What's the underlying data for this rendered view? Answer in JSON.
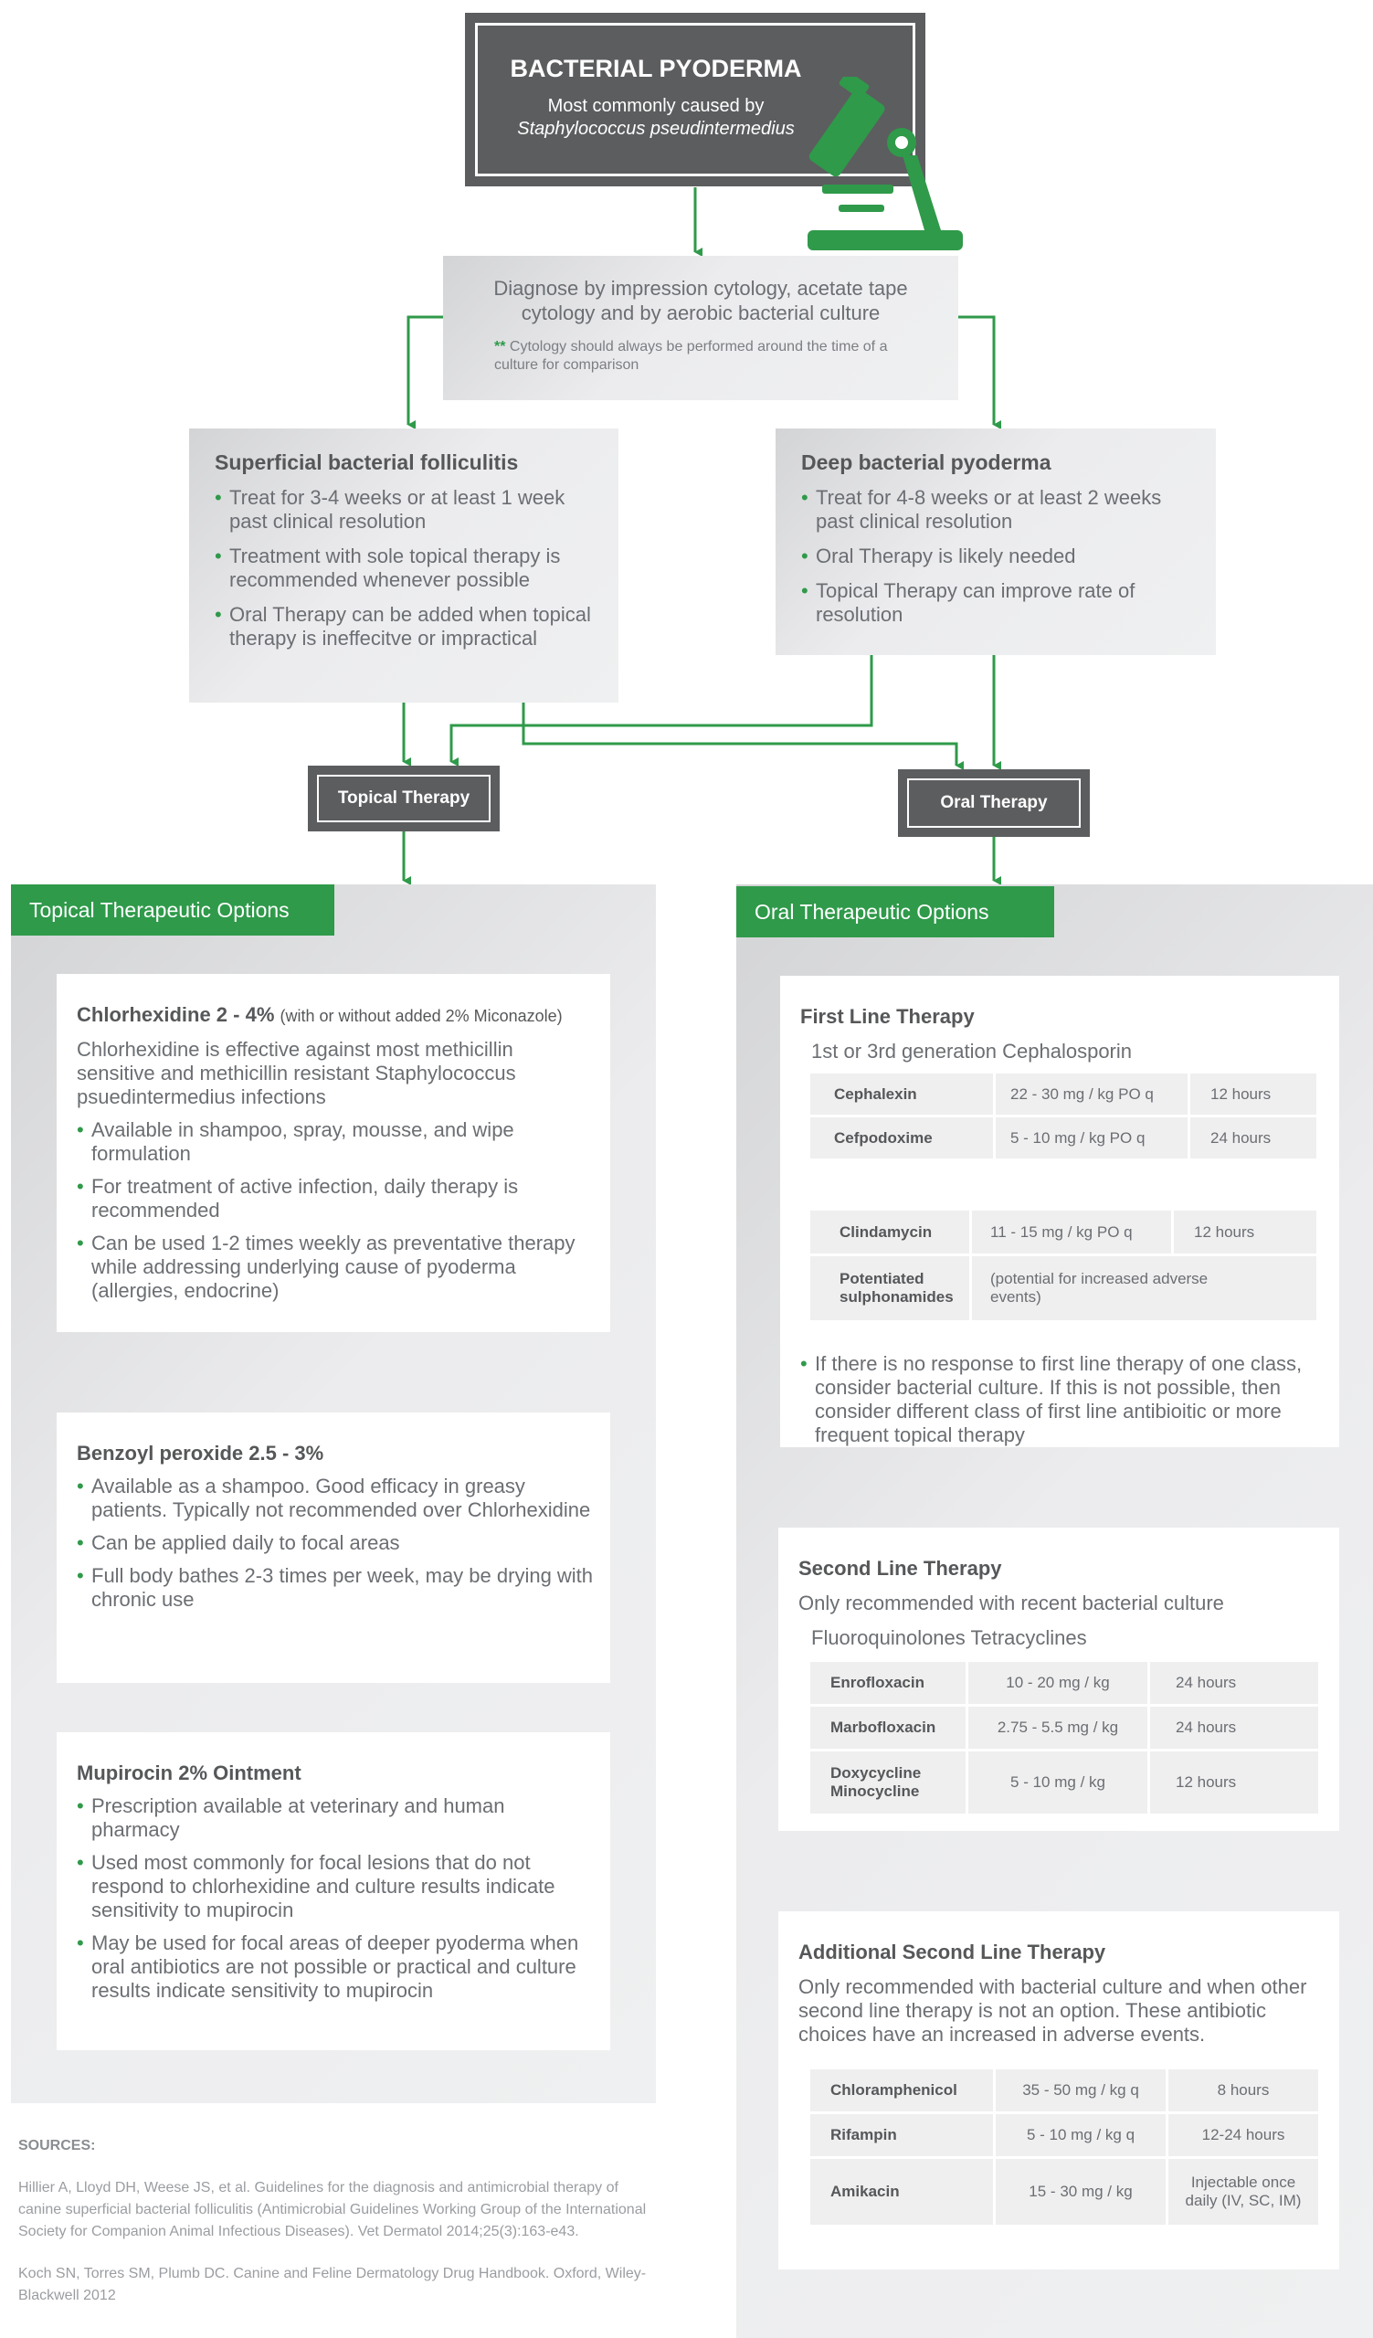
{
  "colors": {
    "green": "#2f9a4a",
    "dark_gray": "#5c5d5f",
    "light_gray": "#efeff0"
  },
  "header": {
    "title": "BACTERIAL PYODERMA",
    "subtitle_line1": "Most commonly caused by",
    "subtitle_line2": "Staphylococcus pseudintermedius",
    "icon": "microscope-icon"
  },
  "diagnosis": {
    "text": "Diagnose by impression cytology, acetate tape cytology and by aerobic bacterial culture",
    "note_marker": "**",
    "note": "Cytology should always be performed around the time of a culture for comparison"
  },
  "superficial": {
    "title": "Superficial bacterial folliculitis",
    "items": [
      "Treat for 3-4 weeks or at least 1 week past clinical resolution",
      "Treatment with sole topical therapy is recommended whenever possible",
      "Oral Therapy can be added when topical therapy is ineffecitve or impractical"
    ]
  },
  "deep": {
    "title": "Deep bacterial pyoderma",
    "items": [
      "Treat for 4-8 weeks or at least 2 weeks past clinical resolution",
      "Oral Therapy is likely needed",
      "Topical Therapy can improve rate of resolution"
    ]
  },
  "topical_therapy_label": "Topical Therapy",
  "oral_therapy_label": "Oral Therapy",
  "topical_options": {
    "header": "Topical Therapeutic Options",
    "chlorhexidine": {
      "title": "Chlorhexidine 2 - 4%",
      "title_note": "(with or without added 2% Miconazole)",
      "desc": "Chlorhexidine is effective against most methicillin sensitive and methicillin resistant Staphylococcus psuedintermedius infections",
      "items": [
        "Available in  shampoo, spray, mousse, and wipe formulation",
        "For treatment of active infection, daily therapy is recommended",
        "Can be used 1-2 times weekly as preventative therapy while addressing underlying cause of pyoderma (allergies, endocrine)"
      ]
    },
    "benzoyl": {
      "title": "Benzoyl peroxide 2.5 - 3%",
      "items": [
        "Available as a shampoo. Good efficacy in greasy patients. Typically not recommended over Chlorhexidine",
        "Can be applied daily to focal areas",
        "Full body bathes 2-3 times per week, may be drying with chronic use"
      ]
    },
    "mupirocin": {
      "title": "Mupirocin 2% Ointment",
      "items": [
        "Prescription available at veterinary and human pharmacy",
        "Used most commonly for focal lesions that do not respond to chlorhexidine and culture results indicate sensitivity to mupirocin",
        "May be used for focal areas of deeper pyoderma when oral antibiotics are not possible or practical and culture results indicate sensitivity to mupirocin"
      ]
    }
  },
  "oral_options": {
    "header": "Oral Therapeutic Options",
    "first_line": {
      "title": "First Line Therapy",
      "subtitle": "1st or 3rd generation Cephalosporin",
      "table1": [
        {
          "drug": "Cephalexin",
          "dose": "22 - 30 mg / kg PO q",
          "freq": "12 hours"
        },
        {
          "drug": "Cefpodoxime",
          "dose": "5 - 10 mg / kg PO q",
          "freq": "24 hours"
        }
      ],
      "table2": [
        {
          "drug": "Clindamycin",
          "dose": "11 - 15 mg / kg PO q",
          "freq": "12 hours"
        },
        {
          "drug": "Potentiated sulphonamides",
          "dose": "(potential for increased adverse events)",
          "freq": ""
        }
      ],
      "note": "If there is no response to first line therapy of one class, consider bacterial culture. If this is not possible, then consider different class of first line antibioitic or more frequent topical therapy"
    },
    "second_line": {
      "title": "Second Line Therapy",
      "desc": "Only recommended with recent bacterial culture",
      "classes": "Fluoroquinolones Tetracyclines",
      "table": [
        {
          "drug": "Enrofloxacin",
          "dose": "10 - 20 mg / kg",
          "freq": "24 hours"
        },
        {
          "drug": "Marbofloxacin",
          "dose": "2.75 - 5.5 mg / kg",
          "freq": "24 hours"
        },
        {
          "drug": "Doxycycline Minocycline",
          "dose": "5 - 10 mg / kg",
          "freq": "12 hours"
        }
      ]
    },
    "additional": {
      "title": "Additional Second Line Therapy",
      "desc": "Only recommended with bacterial culture and when other second line therapy is not an option. These antibiotic choices have an increased in adverse events.",
      "table": [
        {
          "drug": "Chloramphenicol",
          "dose": "35 - 50 mg / kg q",
          "freq": "8 hours"
        },
        {
          "drug": "Rifampin",
          "dose": "5 - 10 mg / kg q",
          "freq": "12-24 hours"
        },
        {
          "drug": "Amikacin",
          "dose": "15 - 30 mg / kg",
          "freq": "Injectable once daily (IV, SC, IM)"
        }
      ]
    }
  },
  "sources": {
    "title": "SOURCES:",
    "refs": [
      "Hillier A, Lloyd DH, Weese JS, et al. Guidelines for the diagnosis and antimicrobial therapy of canine superficial bacterial folliculitis (Antimicrobial Guidelines Working Group of the International Society for Companion Animal Infectious Diseases). Vet Dermatol 2014;25(3):163-e43.",
      "Koch SN, Torres SM, Plumb DC. Canine and Feline Dermatology Drug Handbook. Oxford, Wiley-Blackwell 2012"
    ]
  }
}
